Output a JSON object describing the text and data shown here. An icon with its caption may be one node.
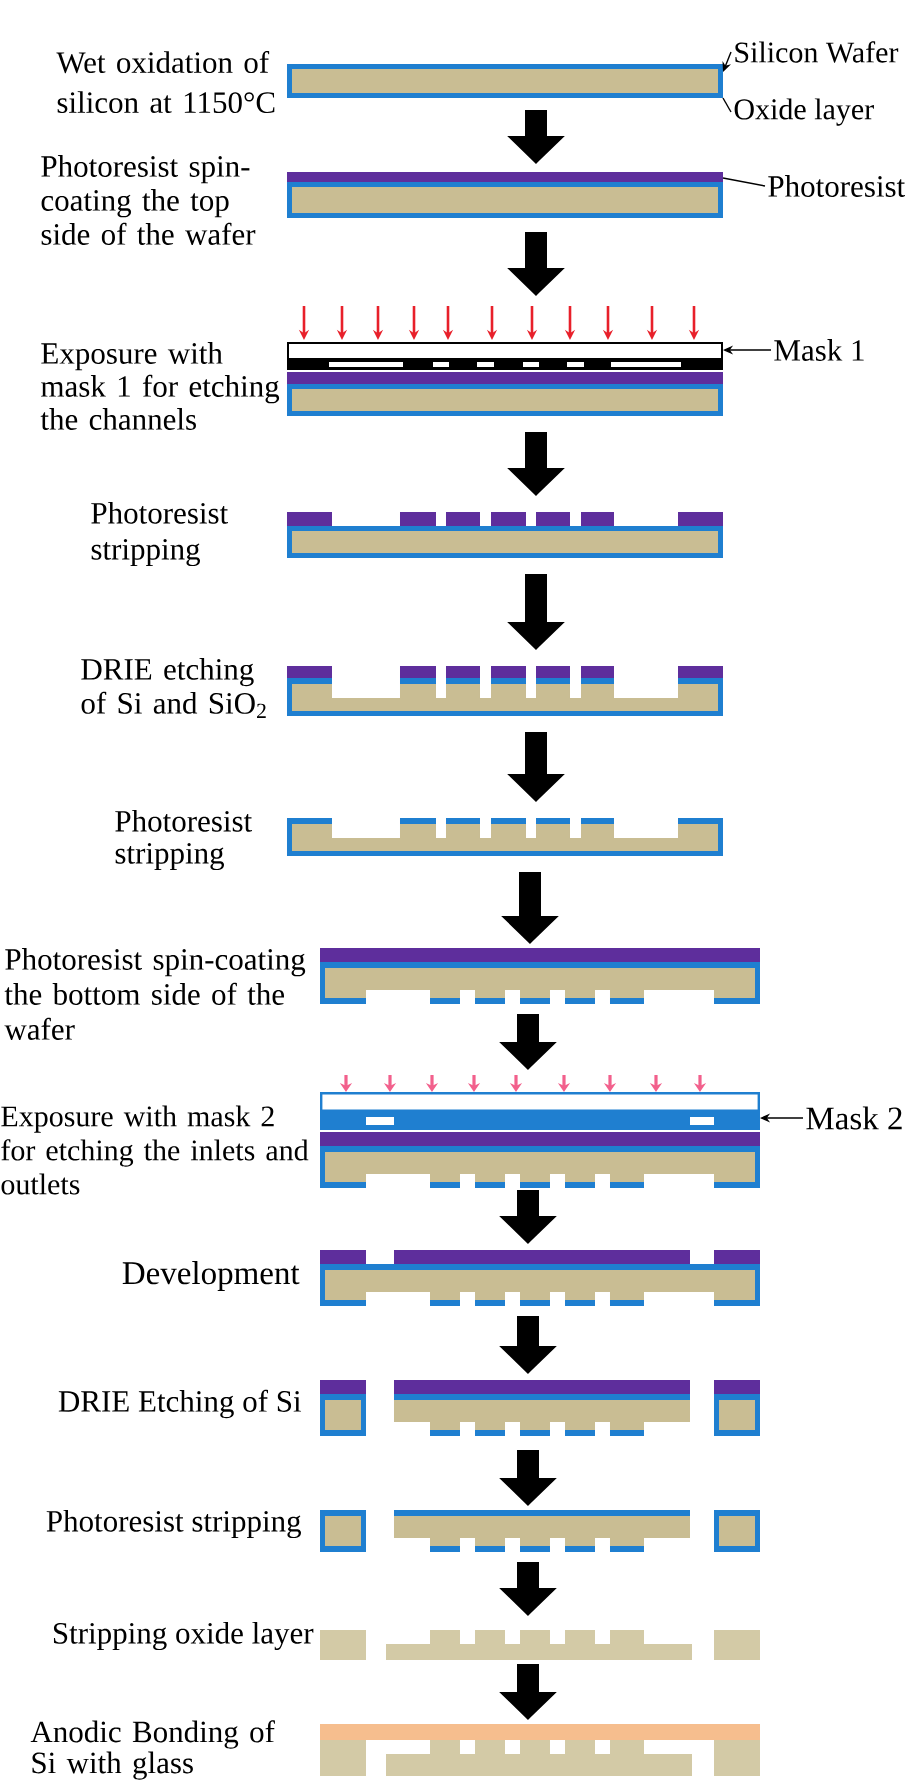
{
  "diagram": {
    "nodes": [
      {
        "text": [],
        "shape": "picture",
        "beside": [
          "Wet oxidation of silicon at 1150°C"
        ]
      },
      {
        "text": [
          "Silicon Wafer"
        ]
      },
      {
        "text": [
          "Oxide layer"
        ]
      },
      {
        "text": [],
        "shape": "picture",
        "beside": [
          "Photoresist spin-coating the top side of the wafer"
        ]
      },
      {
        "text": [
          "Photoresist"
        ]
      },
      {
        "text": [],
        "shape": "picture",
        "beside": [
          "Exposure with mask 1 for etching the channels"
        ]
      },
      {
        "text": [
          "Mask 1"
        ]
      },
      {
        "text": [],
        "shape": "picture",
        "beside": [
          "Photoresist stripping"
        ]
      },
      {
        "text": [],
        "shape": "picture",
        "beside": [
          "DRIE etching of Si and SiO$_{2}$"
        ]
      },
      {
        "text": [],
        "shape": "picture",
        "beside": [
          "Photoresist stripping"
        ]
      },
      {
        "text": [],
        "shape": "picture",
        "beside": [
          "Photoresist spin-coating the bottom side of the wafer"
        ]
      },
      {
        "text": [],
        "shape": "picture",
        "beside": [
          "Exposure with mask 2 for etching the inlets and outlets"
        ]
      },
      {
        "text": [
          "Mask 2"
        ]
      },
      {
        "text": [],
        "shape": "picture",
        "beside": [
          "Development"
        ]
      },
      {
        "text": [],
        "shape": "picture",
        "beside": [
          "DRIE Etching of Si"
        ]
      },
      {
        "text": [],
        "shape": "picture",
        "beside": [
          "Photoresist stripping"
        ]
      },
      {
        "text": [],
        "shape": "picture",
        "beside": [
          "Stripping oxide layer"
        ]
      },
      {
        "text": [],
        "shape": "picture",
        "beside": [
          "Anodic Bonding of Si with glass"
        ]
      }
    ],
    "edges": [
      {
        "from": 0,
        "to": 3,
        "arrow": "to"
      },
      {
        "from": 3,
        "to": 5,
        "arrow": "to"
      },
      {
        "from": 5,
        "to": 7,
        "arrow": "to"
      },
      {
        "from": 7,
        "to": 8,
        "arrow": "to"
      },
      {
        "from": 8,
        "to": 9,
        "arrow": "to"
      },
      {
        "from": 9,
        "to": 10,
        "arrow": "to"
      },
      {
        "from": 10,
        "to": 11,
        "arrow": "to"
      },
      {
        "from": 11,
        "to": 13,
        "arrow": "to"
      },
      {
        "from": 13,
        "to": 14,
        "arrow": "to"
      },
      {
        "from": 14,
        "to": 15,
        "arrow": "to"
      },
      {
        "from": 15,
        "to": 16,
        "arrow": "to"
      },
      {
        "from": 16,
        "to": 17,
        "arrow": "to"
      },
      {
        "from": 1,
        "to": 0,
        "arrow": "to"
      },
      {
        "from": 2,
        "to": 0,
        "arrow": "none"
      },
      {
        "from": 4,
        "to": 3,
        "arrow": "none"
      },
      {
        "from": 6,
        "to": 5,
        "arrow": "to"
      },
      {
        "from": 12,
        "to": 11,
        "arrow": "to"
      }
    ]
  }
}
